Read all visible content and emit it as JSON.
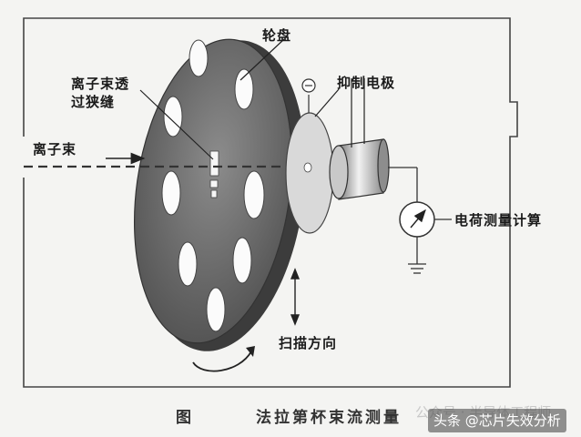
{
  "labels": {
    "wheel": "轮盘",
    "slit": "离子束透\n过狭缝",
    "ion_beam": "离子束",
    "suppressor": "抑制电极",
    "charge": "电荷测量计算",
    "scan": "扫描方向"
  },
  "caption": {
    "fig": "图",
    "title": "法拉第杯束流测量"
  },
  "watermark": {
    "faint": "公众号 · 半导体工程师",
    "main": "头条 @芯片失效分析"
  }
}
